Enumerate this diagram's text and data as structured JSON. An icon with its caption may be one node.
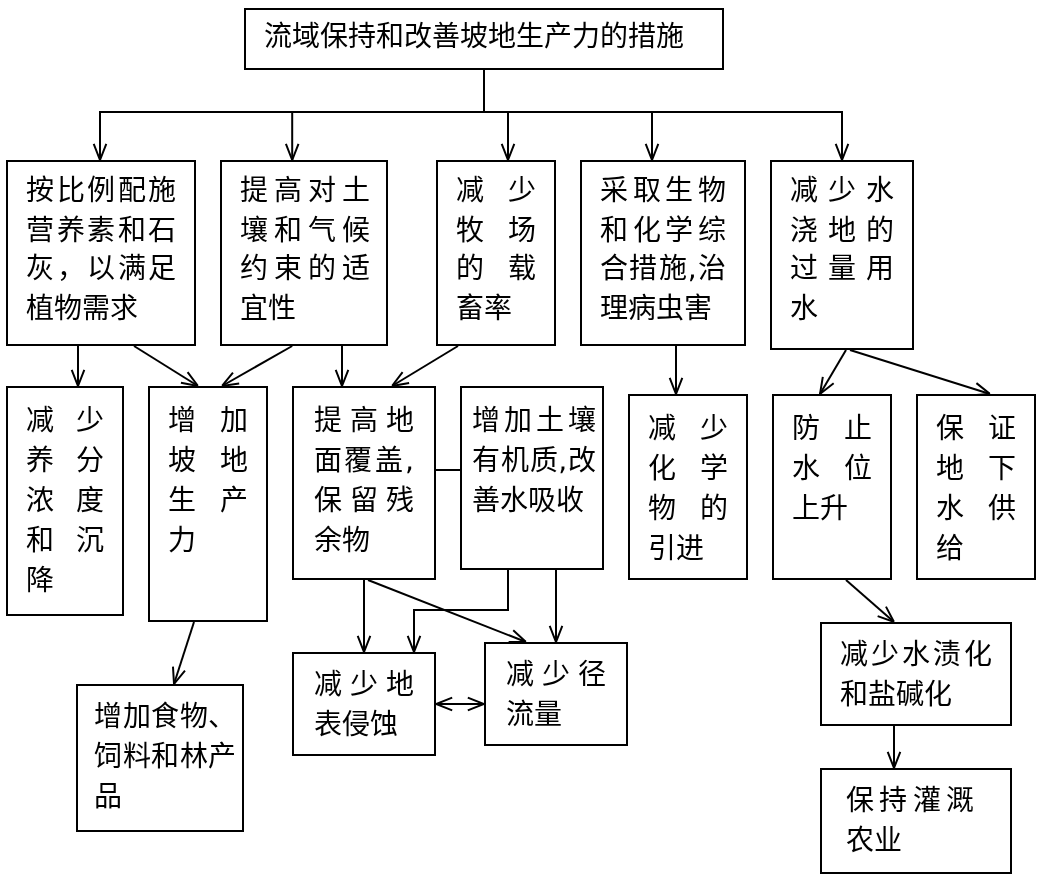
{
  "diagram": {
    "nodes": [
      {
        "text": [
          "流域保持和改善坡地生产力的措施"
        ]
      },
      {
        "text": [
          "按比例配施营养素和石灰，以满足植物需求"
        ]
      },
      {
        "text": [
          "提高对土壤和气候约束的适宜性"
        ]
      },
      {
        "text": [
          "减少牧场的载畜率"
        ]
      },
      {
        "text": [
          "采取生物和化学综合措施,治理病虫害"
        ]
      },
      {
        "text": [
          "减少水浇地的过量用水"
        ]
      },
      {
        "text": [
          "减少养分浓度和沉降"
        ]
      },
      {
        "text": [
          "增加坡地生产力"
        ]
      },
      {
        "text": [
          "提高地面覆盖,保留残余物"
        ]
      },
      {
        "text": [
          "增加土壤有机质,改善水吸收"
        ]
      },
      {
        "text": [
          "减少化学物的引进"
        ]
      },
      {
        "text": [
          "防止水位上升"
        ]
      },
      {
        "text": [
          "保证地下水供给"
        ]
      },
      {
        "text": [
          "增加食物、饲料和林产品"
        ]
      },
      {
        "text": [
          "减少地表侵蚀"
        ]
      },
      {
        "text": [
          "减少径流量"
        ]
      },
      {
        "text": [
          "减少水渍化和盐碱化"
        ]
      },
      {
        "text": [
          "保持灌溉农业"
        ]
      }
    ],
    "edges": [
      {
        "from": 0,
        "to": 1,
        "arrow": "to"
      },
      {
        "from": 0,
        "to": 2,
        "arrow": "to"
      },
      {
        "from": 0,
        "to": 3,
        "arrow": "to"
      },
      {
        "from": 0,
        "to": 4,
        "arrow": "to"
      },
      {
        "from": 0,
        "to": 5,
        "arrow": "to"
      },
      {
        "from": 1,
        "to": 6,
        "arrow": "to"
      },
      {
        "from": 1,
        "to": 7,
        "arrow": "to"
      },
      {
        "from": 2,
        "to": 7,
        "arrow": "to"
      },
      {
        "from": 2,
        "to": 8,
        "arrow": "to"
      },
      {
        "from": 3,
        "to": 8,
        "arrow": "to"
      },
      {
        "from": 4,
        "to": 10,
        "arrow": "to"
      },
      {
        "from": 5,
        "to": 11,
        "arrow": "to"
      },
      {
        "from": 5,
        "to": 12,
        "arrow": "to"
      },
      {
        "from": 8,
        "to": 9,
        "arrow": "none"
      },
      {
        "from": 7,
        "to": 13,
        "arrow": "to"
      },
      {
        "from": 8,
        "to": 14,
        "arrow": "to"
      },
      {
        "from": 8,
        "to": 15,
        "arrow": "to"
      },
      {
        "from": 9,
        "to": 14,
        "arrow": "to"
      },
      {
        "from": 9,
        "to": 15,
        "arrow": "to"
      },
      {
        "from": 14,
        "to": 15,
        "arrow": "both"
      },
      {
        "from": 11,
        "to": 16,
        "arrow": "to"
      },
      {
        "from": 16,
        "to": 17,
        "arrow": "to"
      }
    ]
  }
}
